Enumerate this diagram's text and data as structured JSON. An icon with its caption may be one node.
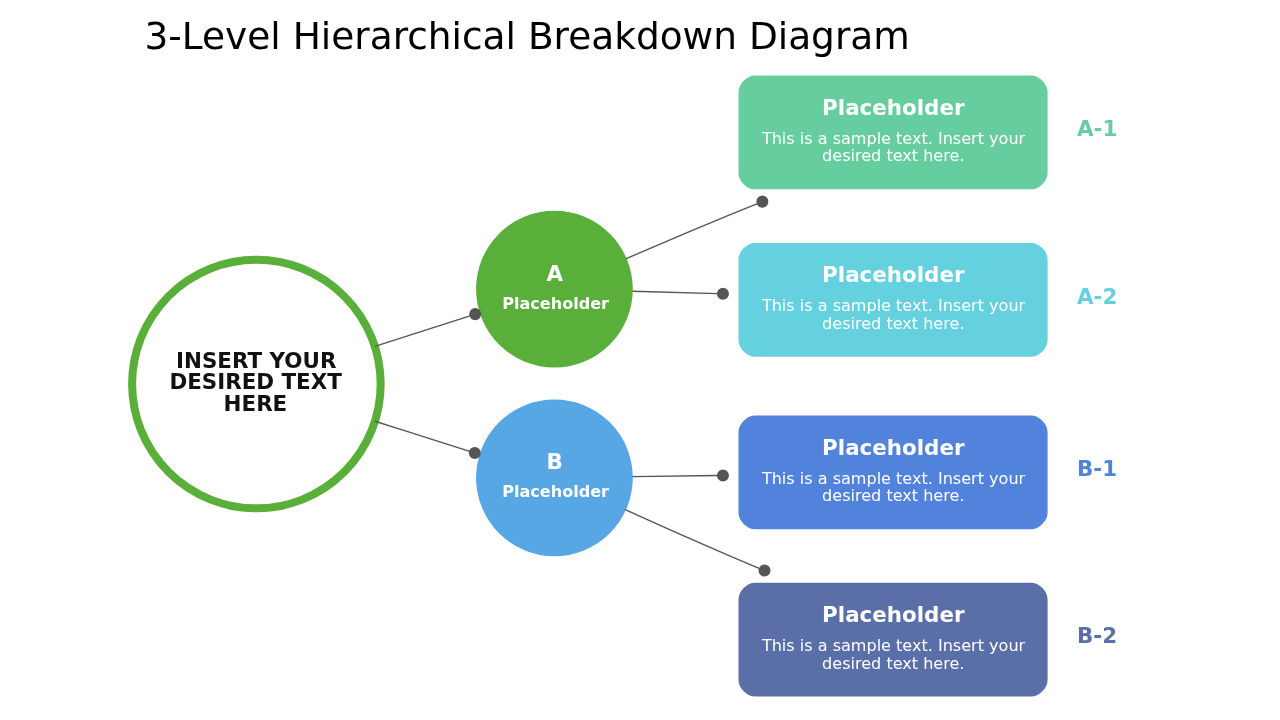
{
  "diagram": {
    "title": "3-Level Hierarchical Breakdown Diagram",
    "nodes": [
      {
        "text": [
          "INSERT YOUR DESIRED TEXT HERE"
        ]
      },
      {
        "text": [
          "A",
          "Placeholder"
        ]
      },
      {
        "text": [
          "B",
          "Placeholder"
        ]
      },
      {
        "text": [
          "Placeholder",
          "This is a sample text. Insert your desired text here."
        ],
        "beside": [
          "A-1"
        ]
      },
      {
        "text": [
          "Placeholder",
          "This is a sample text. Insert your desired text here."
        ],
        "beside": [
          "A-2"
        ]
      },
      {
        "text": [
          "Placeholder",
          "This is a sample text. Insert your desired text here."
        ],
        "beside": [
          "B-1"
        ]
      },
      {
        "text": [
          "Placeholder",
          "This is a sample text. Insert your desired text here."
        ],
        "beside": [
          "B-2"
        ]
      }
    ],
    "edges": [
      {
        "from": 0,
        "to": 1,
        "arrow": "other"
      },
      {
        "from": 0,
        "to": 2,
        "arrow": "other"
      },
      {
        "from": 1,
        "to": 3,
        "arrow": "other"
      },
      {
        "from": 1,
        "to": 4,
        "arrow": "other"
      },
      {
        "from": 2,
        "to": 5,
        "arrow": "other"
      },
      {
        "from": 2,
        "to": 6,
        "arrow": "other"
      }
    ]
  }
}
